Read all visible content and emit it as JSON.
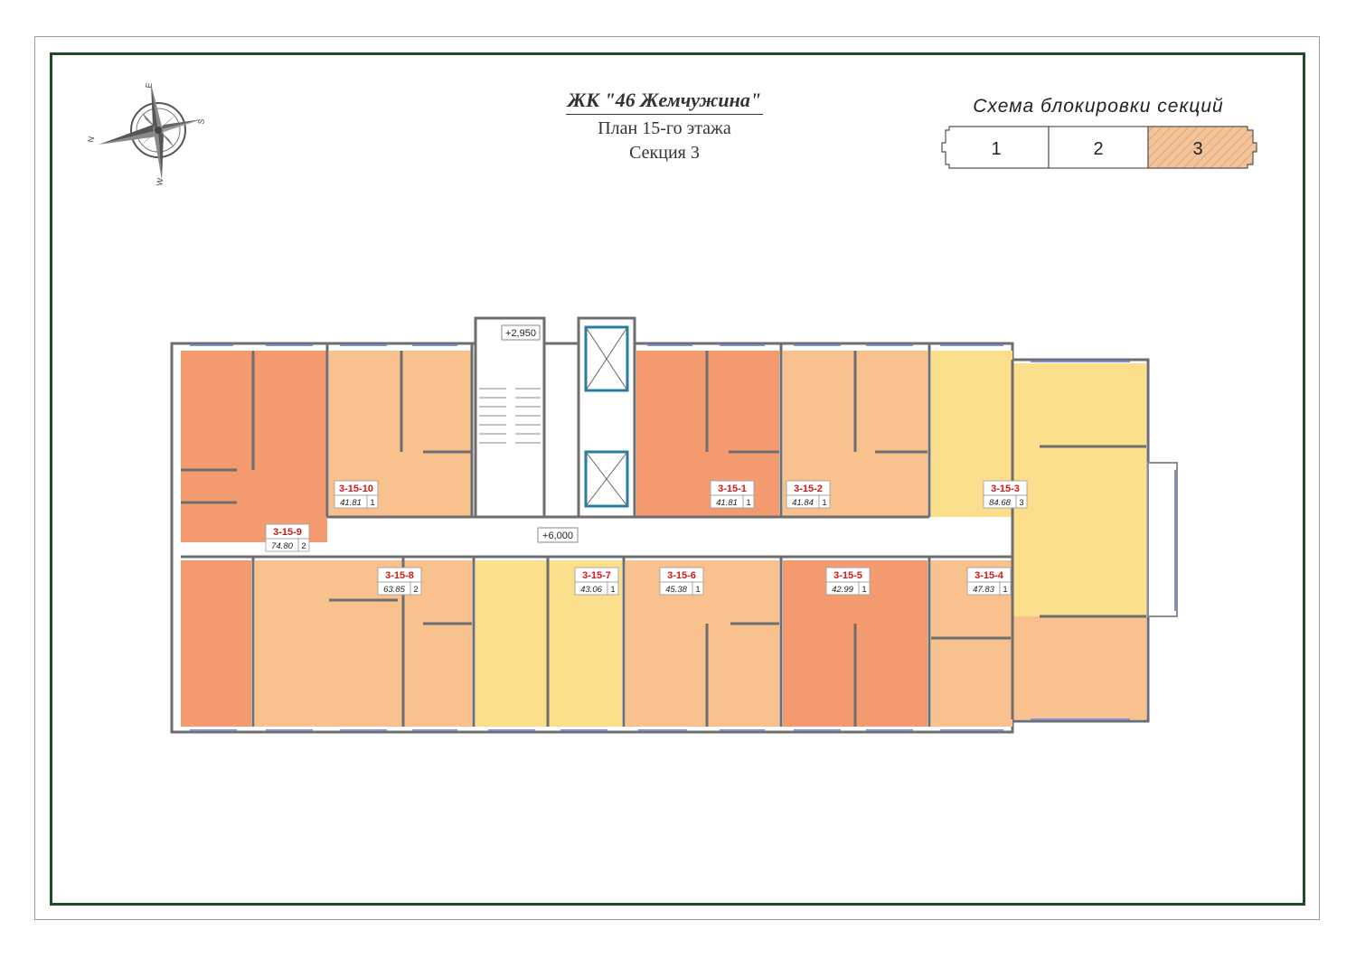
{
  "header": {
    "complex_name": "ЖК \"46 Жемчужина\"",
    "floor_plan": "План 15-го этажа",
    "section": "Секция 3"
  },
  "compass": {
    "n": "N",
    "e": "E",
    "s": "S",
    "w": "W"
  },
  "section_scheme": {
    "caption": "Схема блокировки секций",
    "sections": [
      "1",
      "2",
      "3"
    ],
    "highlighted": "3",
    "highlight_color": "#f3c49a"
  },
  "levels": {
    "top": "+2,950",
    "corridor": "+6,000"
  },
  "colors": {
    "one_room_red": "#f39a6e",
    "one_room_orange": "#f8c18e",
    "one_room_yellow": "#fbdf8c",
    "two_room_red": "#f29572",
    "two_room_orange": "#f8c18e",
    "three_room_yellow": "#fbdf8c",
    "wall": "#6e6e6e"
  },
  "apartments": [
    {
      "id": "3-15-10",
      "area": "41.81",
      "rooms": "1"
    },
    {
      "id": "3-15-1",
      "area": "41.81",
      "rooms": "1"
    },
    {
      "id": "3-15-2",
      "area": "41.84",
      "rooms": "1"
    },
    {
      "id": "3-15-3",
      "area": "84.68",
      "rooms": "3"
    },
    {
      "id": "3-15-9",
      "area": "74.80",
      "rooms": "2"
    },
    {
      "id": "3-15-8",
      "area": "63.85",
      "rooms": "2"
    },
    {
      "id": "3-15-7",
      "area": "43.06",
      "rooms": "1"
    },
    {
      "id": "3-15-6",
      "area": "45.38",
      "rooms": "1"
    },
    {
      "id": "3-15-5",
      "area": "42.99",
      "rooms": "1"
    },
    {
      "id": "3-15-4",
      "area": "47.83",
      "rooms": "1"
    }
  ]
}
